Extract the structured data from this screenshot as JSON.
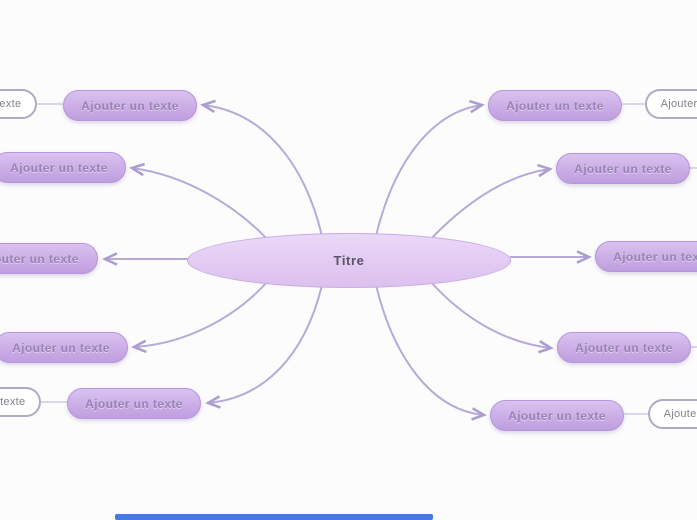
{
  "center": {
    "label": "Titre"
  },
  "nodes": {
    "left": [
      {
        "label": "Ajouter un texte"
      },
      {
        "label": "Ajouter un texte"
      },
      {
        "label": "Ajouter un texte"
      },
      {
        "label": "Ajouter un texte"
      },
      {
        "label": "Ajouter un texte"
      }
    ],
    "right": [
      {
        "label": "Ajouter un texte"
      },
      {
        "label": "Ajouter un texte"
      },
      {
        "label": "Ajouter un texte"
      },
      {
        "label": "Ajouter un texte"
      },
      {
        "label": "Ajouter un texte"
      }
    ],
    "left_children": [
      {
        "label": "Ajouter un texte"
      },
      {
        "label": "Ajouter un texte"
      }
    ],
    "right_children": [
      {
        "label": "Ajouter un texte"
      },
      {
        "label": "Ajouter un texte"
      }
    ]
  },
  "colors": {
    "background": "#fcfcfd",
    "center_fill": "#e2c9f2",
    "center_border": "#c9a9e6",
    "center_text": "#5c5564",
    "branch_fill": "#cbade6",
    "branch_border": "#b596dd",
    "branch_text": "#9884b4",
    "connector": "#b7aad9",
    "secondary_border": "#b0abc5",
    "secondary_text": "#82818c",
    "bottom_bar": "#4577e6"
  }
}
